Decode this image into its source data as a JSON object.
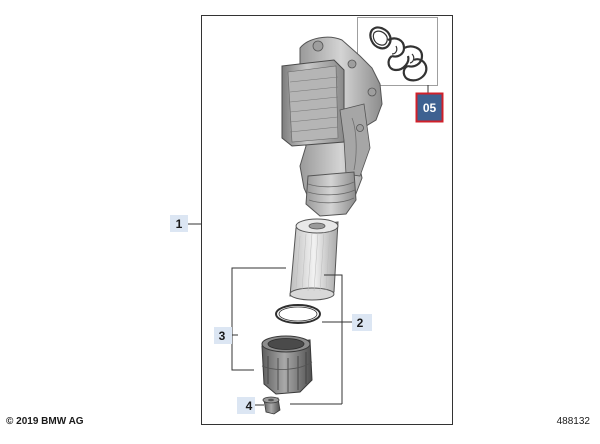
{
  "callouts": {
    "item_1": "1",
    "item_2": "2",
    "item_3": "3",
    "item_4": "4",
    "item_05": "05"
  },
  "footer": {
    "copyright": "© 2019 BMW AG",
    "diagram_number": "488132"
  },
  "colors": {
    "callout_fill": "#dce6f3",
    "selected_fill": "#3e6191",
    "selected_border": "#d0202a",
    "frame_line": "#333333",
    "part_line": "#555555"
  },
  "icons": {
    "oil_filter_housing": "oil-filter-housing-icon",
    "gasket_set": "gasket-set-icon",
    "filter_element": "filter-element-icon",
    "o_ring": "o-ring-icon",
    "filter_cap": "filter-cap-icon",
    "drain_plug": "drain-plug-icon"
  }
}
